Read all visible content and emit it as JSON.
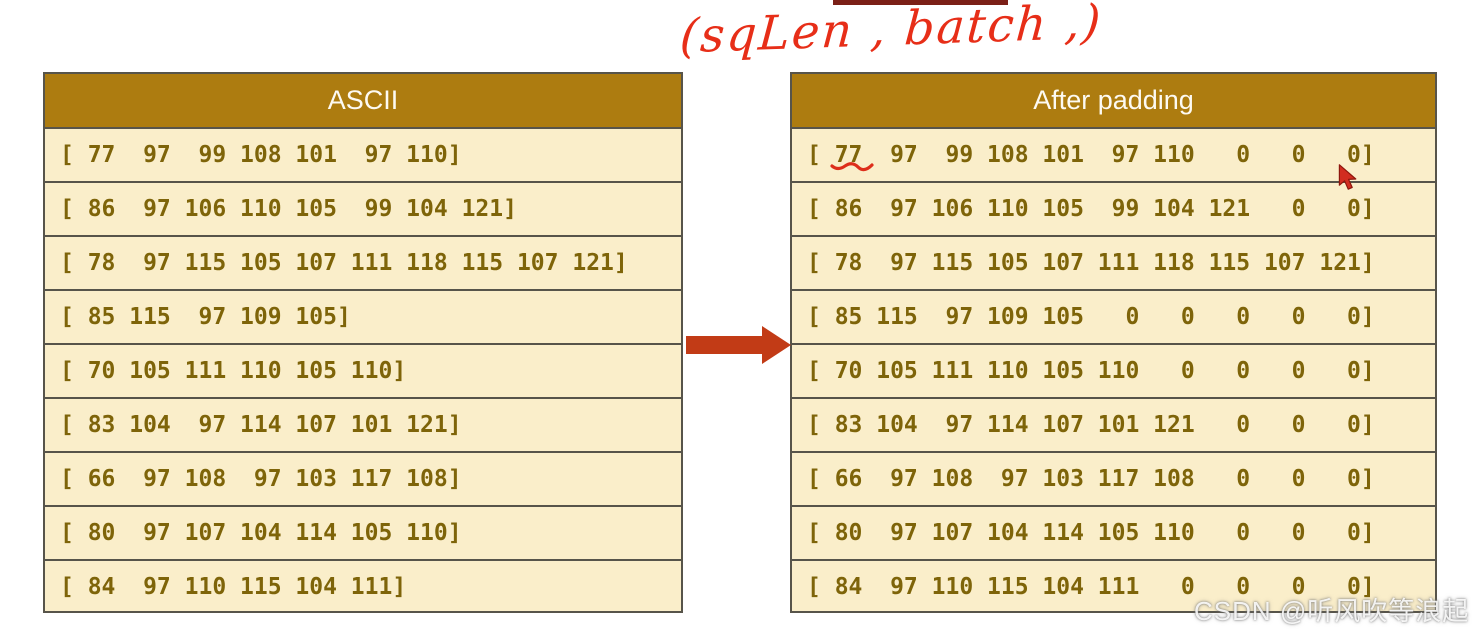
{
  "annotation": {
    "text": "(sqLen , batch ,)"
  },
  "tables": {
    "left": {
      "title": "ASCII",
      "rows": [
        "[ 77  97  99 108 101  97 110]",
        "[ 86  97 106 110 105  99 104 121]",
        "[ 78  97 115 105 107 111 118 115 107 121]",
        "[ 85 115  97 109 105]",
        "[ 70 105 111 110 105 110]",
        "[ 83 104  97 114 107 101 121]",
        "[ 66  97 108  97 103 117 108]",
        "[ 80  97 107 104 114 105 110]",
        "[ 84  97 110 115 104 111]"
      ]
    },
    "right": {
      "title": "After padding",
      "rows": [
        "[ 77  97  99 108 101  97 110   0   0   0]",
        "[ 86  97 106 110 105  99 104 121   0   0]",
        "[ 78  97 115 105 107 111 118 115 107 121]",
        "[ 85 115  97 109 105   0   0   0   0   0]",
        "[ 70 105 111 110 105 110   0   0   0   0]",
        "[ 83 104  97 114 107 101 121   0   0   0]",
        "[ 66  97 108  97 103 117 108   0   0   0]",
        "[ 80  97 107 104 114 105 110   0   0   0]",
        "[ 84  97 110 115 104 111   0   0   0   0]"
      ],
      "underlined_value": "77"
    }
  },
  "icons": {
    "arrow": "right-arrow",
    "cursor": "red-mouse-pointer",
    "underline": "hand-drawn-underline"
  },
  "watermark": {
    "text": "CSDN @听风吹等浪起"
  },
  "colors": {
    "header_bg": "#ad7c10",
    "header_text": "#fdfaf2",
    "row_bg": "#faeeca",
    "number_text": "#7e6409",
    "border": "#57544a",
    "arrow_red": "#c23b16",
    "annotation_red": "#e72e18",
    "topbar_maroon": "#7b2017"
  }
}
